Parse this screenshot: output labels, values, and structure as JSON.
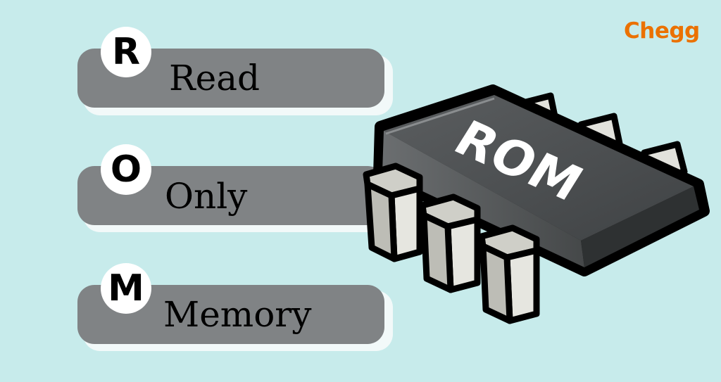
{
  "brand": {
    "name": "Chegg",
    "color": "#eb7100"
  },
  "acronym": [
    {
      "letter": "R",
      "word": "Read"
    },
    {
      "letter": "O",
      "word": "Only"
    },
    {
      "letter": "M",
      "word": "Memory"
    }
  ],
  "chip": {
    "label": "ROM",
    "body_color": "#4a4d4f",
    "pin_color": "#e2e2dc",
    "outline_color": "#000000"
  },
  "colors": {
    "background": "#c7ebeb",
    "pill": "#808385",
    "badge": "#ffffff"
  }
}
